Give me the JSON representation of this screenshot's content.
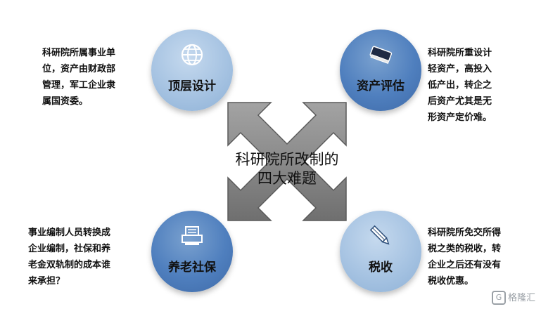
{
  "center": {
    "line1": "科研院所改制的",
    "line2": "四大难题"
  },
  "nodes": [
    {
      "label": "顶层设计",
      "icon": "globe-icon",
      "desc": [
        "科研院所属事业单",
        "位，资产由财政部",
        "管理，军工企业隶",
        "属国资委。"
      ]
    },
    {
      "label": "资产评估",
      "icon": "book-icon",
      "desc": [
        "科研院所重设计",
        "轻资产，高投入",
        "低产出，转企之",
        "后资产尤其是无",
        "形资产定价难。"
      ]
    },
    {
      "label": "养老社保",
      "icon": "printer-icon",
      "desc": [
        "事业编制人员转换成",
        "企业编制，社保和养",
        "老金双轨制的成本谁",
        "来承担？"
      ]
    },
    {
      "label": "税收",
      "icon": "pencil-icon",
      "desc": [
        "科研院所免交所得",
        "税之类的税收，转",
        "企业之后还有没有",
        "税收优惠。"
      ]
    }
  ],
  "watermark": "格隆汇",
  "colors": {
    "light_circle": "#a6c3e2",
    "dark_circle": "#4f7fbe",
    "arrow_fill": "#8a8a8a"
  }
}
